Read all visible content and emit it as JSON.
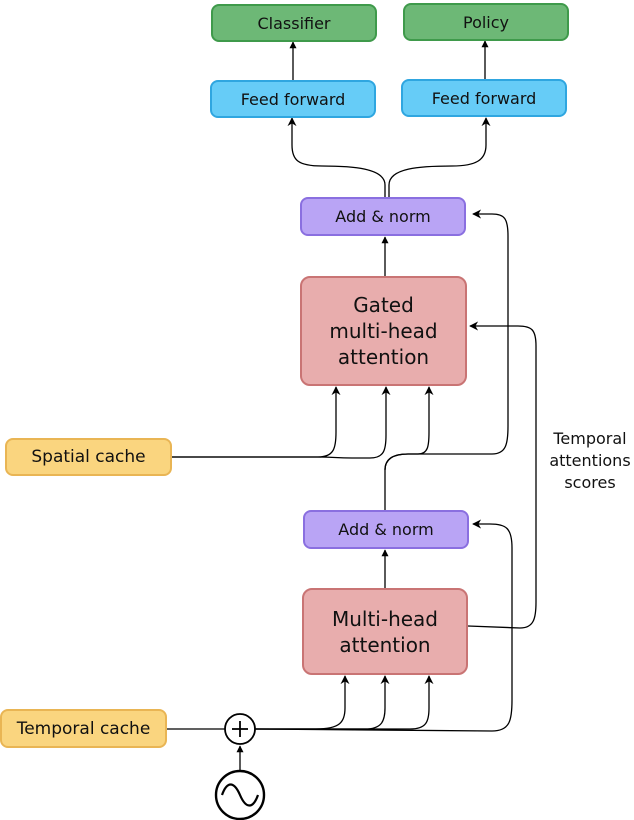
{
  "blocks": {
    "classifier": "Classifier",
    "policy": "Policy",
    "feed_forward_left": "Feed forward",
    "feed_forward_right": "Feed forward",
    "add_norm_top": "Add & norm",
    "gated_mha": "Gated\nmulti-head\nattention",
    "add_norm_bottom": "Add & norm",
    "mha": "Multi-head\nattention",
    "spatial_cache": "Spatial cache",
    "temporal_cache": "Temporal cache"
  },
  "annotations": {
    "temporal_scores": "Temporal\nattentions\nscores",
    "adder_symbol": "+"
  },
  "colors": {
    "output_green": "#6db876",
    "feed_forward_blue": "#66ccf7",
    "norm_purple": "#b9a4f5",
    "attention_red": "#e8adad",
    "cache_yellow": "#fad57f"
  }
}
